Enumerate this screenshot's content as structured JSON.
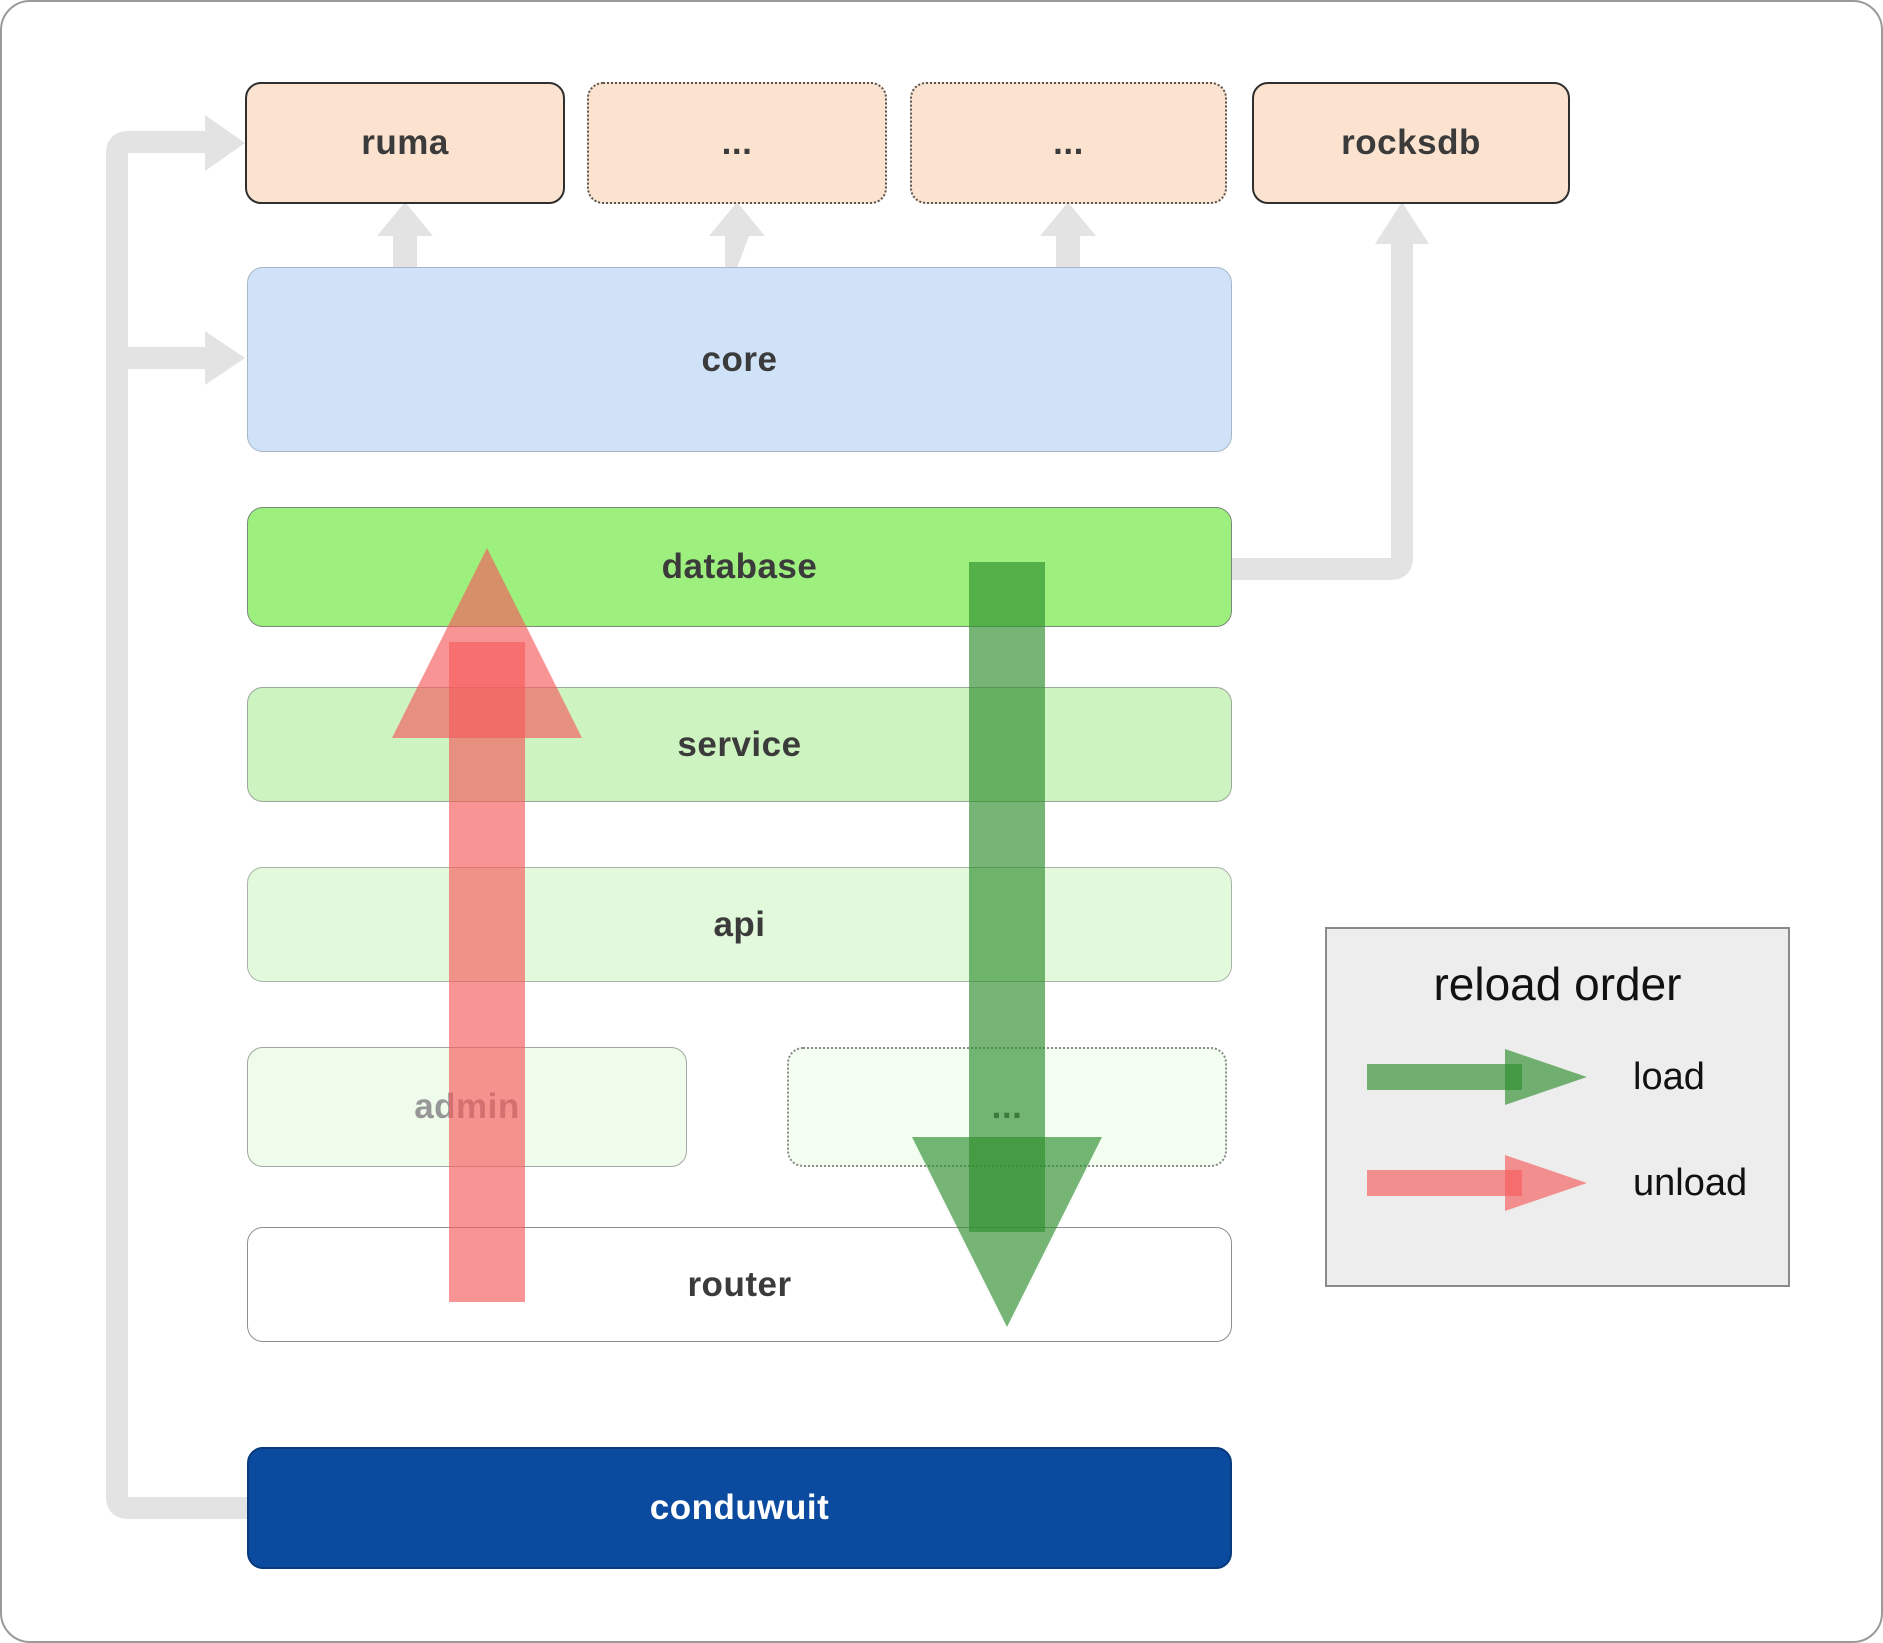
{
  "diagram": {
    "top_row": [
      {
        "label": "ruma"
      },
      {
        "label": "..."
      },
      {
        "label": "..."
      },
      {
        "label": "rocksdb"
      }
    ],
    "core": {
      "label": "core"
    },
    "database": {
      "label": "database"
    },
    "service": {
      "label": "service"
    },
    "api": {
      "label": "api"
    },
    "admin": {
      "label": "admin"
    },
    "admin_more": {
      "label": "..."
    },
    "router": {
      "label": "router"
    },
    "conduwuit": {
      "label": "conduwuit"
    }
  },
  "legend": {
    "title": "reload order",
    "load_label": "load",
    "unload_label": "unload"
  },
  "colors": {
    "external_box": "#fbe3cf",
    "core_box": "#cfe2f8",
    "database_box": "#9df07d",
    "service_box": "#cdf3c0",
    "api_box": "#e3f9db",
    "admin_box": "#effcec",
    "conduwuit_box": "#0a4a9f",
    "load_arrow": "#2f8f2f",
    "unload_arrow": "#f65c5c",
    "connector": "#e3e3e3"
  }
}
